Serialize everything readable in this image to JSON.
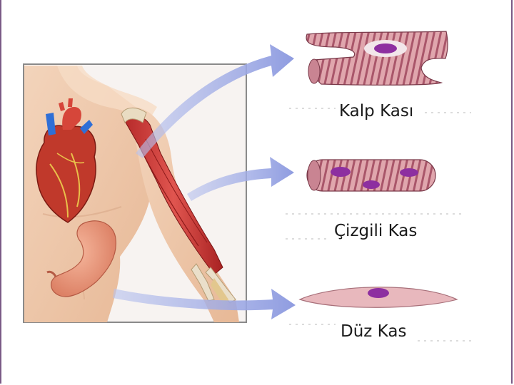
{
  "labels": {
    "cardiac": "Kalp Kası",
    "skeletal": "Çizgili Kas",
    "smooth": "Düz Kas"
  },
  "colors": {
    "arrow": "#9aa6e0",
    "muscle_pink": "#d99aa3",
    "muscle_stripe": "#a84f62",
    "nucleus": "#8d2fa0",
    "skin": "#f0c8a8",
    "panel_border": "#8a8a8a"
  }
}
